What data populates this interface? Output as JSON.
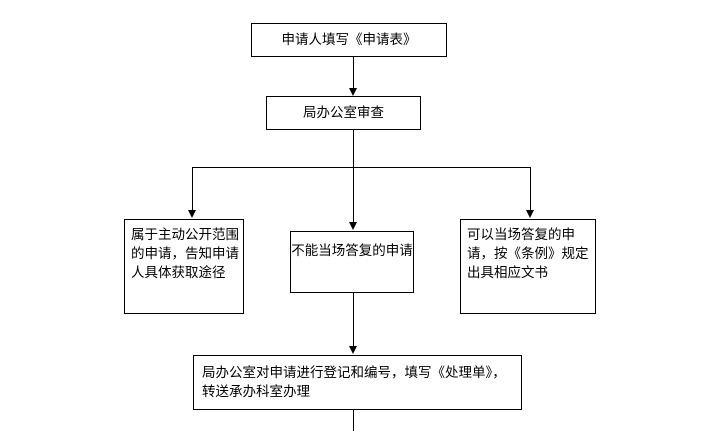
{
  "diagram": {
    "title": "",
    "background_color": "#ffffff",
    "line_color": "#000000",
    "text_color": "#000000",
    "nodes": [
      {
        "id": "apply-form",
        "label": "申请人填写《申请表》"
      },
      {
        "id": "office-review",
        "label": "局办公室审查"
      },
      {
        "id": "proactive-scope",
        "label": "属于主动公开范围的申请，告知申请人具体获取途径"
      },
      {
        "id": "cannot-answer",
        "label": "不能当场答复的申请"
      },
      {
        "id": "can-answer",
        "label": "可以当场答复的申请，按《条例》规定出具相应文书"
      },
      {
        "id": "register-number",
        "label": "局办公室对申请进行登记和编号，填写《处理单》，转送承办科室办理"
      }
    ],
    "connectors": [
      {
        "id": "apply-to-review",
        "from": "apply-form",
        "to": "office-review",
        "type": "arrow-down"
      },
      {
        "id": "review-split",
        "from": "office-review",
        "to": "branch-bar",
        "type": "line-down"
      },
      {
        "id": "branch-bar",
        "from": "branch-bar",
        "to": "branches",
        "type": "horizontal"
      },
      {
        "id": "branch-to-proactive",
        "from": "branch-bar",
        "to": "proactive-scope",
        "type": "arrow-down"
      },
      {
        "id": "branch-to-cannot-answer",
        "from": "branch-bar",
        "to": "cannot-answer",
        "type": "arrow-down"
      },
      {
        "id": "branch-to-can-answer",
        "from": "branch-bar",
        "to": "can-answer",
        "type": "arrow-down"
      },
      {
        "id": "cannot-to-register",
        "from": "cannot-answer",
        "to": "register-number",
        "type": "arrow-down"
      },
      {
        "id": "register-tail",
        "from": "register-number",
        "to": "",
        "type": "line-down"
      }
    ]
  }
}
